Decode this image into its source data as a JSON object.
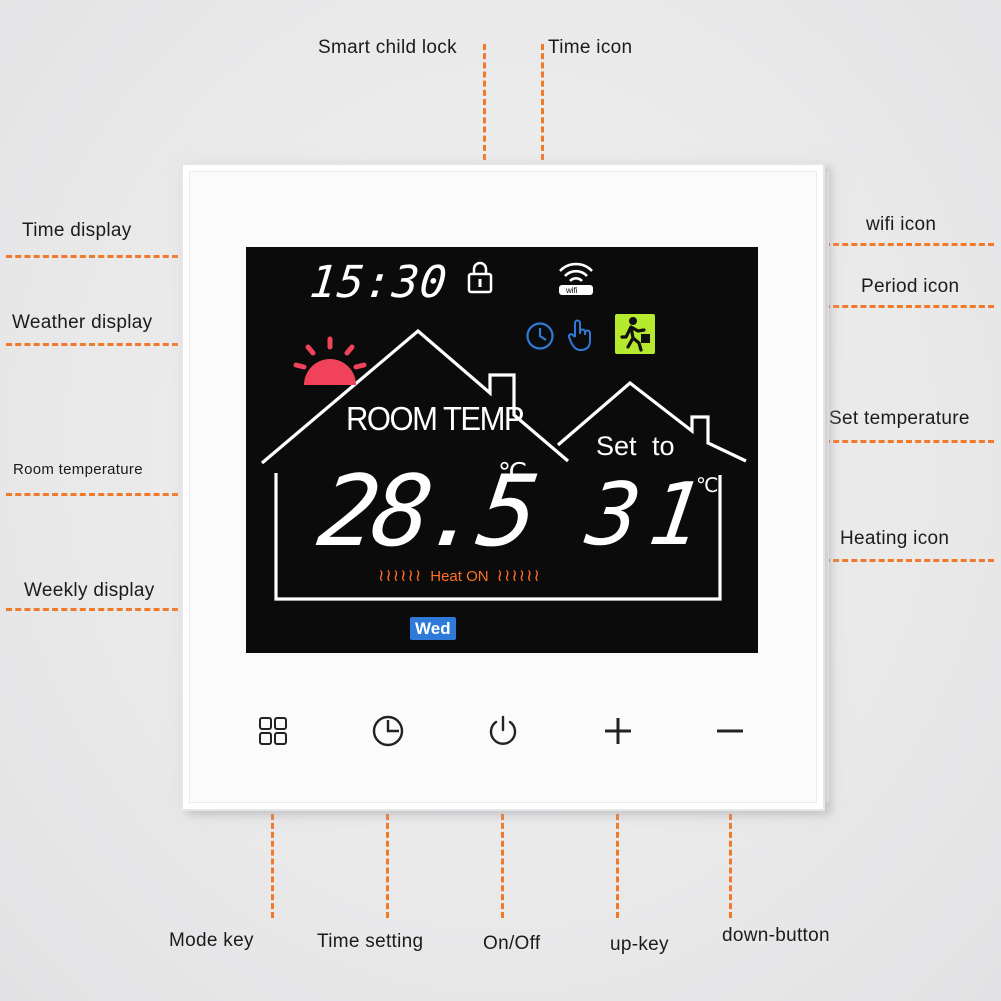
{
  "callouts": {
    "smart_child_lock": "Smart child lock",
    "time_icon": "Time icon",
    "time_display": "Time display",
    "weather_display": "Weather display",
    "room_temperature": "Room temperature",
    "weekly_display": "Weekly display",
    "wifi_icon": "wifi icon",
    "period_icon": "Period icon",
    "set_temperature": "Set temperature",
    "heating_icon": "Heating icon",
    "mode_key": "Mode key",
    "time_setting": "Time setting",
    "on_off": "On/Off",
    "up_key": "up-key",
    "down_button": "down-button"
  },
  "screen": {
    "time": "15:30",
    "wifi_label": "wifi",
    "room_temp_label": "ROOM TEMP",
    "room_temp_value": "28.5",
    "room_temp_unit": "℃",
    "set_to_label": "Set to",
    "set_temp_value": "31",
    "set_temp_unit": "℃",
    "heat_waves": "≀≀≀≀≀≀",
    "heat_status": "Heat ON",
    "weekday": "Wed"
  },
  "icons": {
    "lock": "lock-icon",
    "wifi": "wifi-icon",
    "clock": "clock-icon",
    "hand": "hand-icon",
    "period": "person-walking-icon",
    "weather": "sun-icon",
    "mode": "grid-icon",
    "time_setting": "clock-setting-icon",
    "power": "power-icon",
    "plus": "plus-icon",
    "minus": "minus-icon"
  },
  "colors": {
    "accent_orange": "#f07a2a",
    "heat_orange": "#ff6f24",
    "sun_red": "#f0435a",
    "icon_blue": "#2f7ad8",
    "period_green": "#b6ea2e",
    "screen_bg": "#0b0b0b"
  }
}
